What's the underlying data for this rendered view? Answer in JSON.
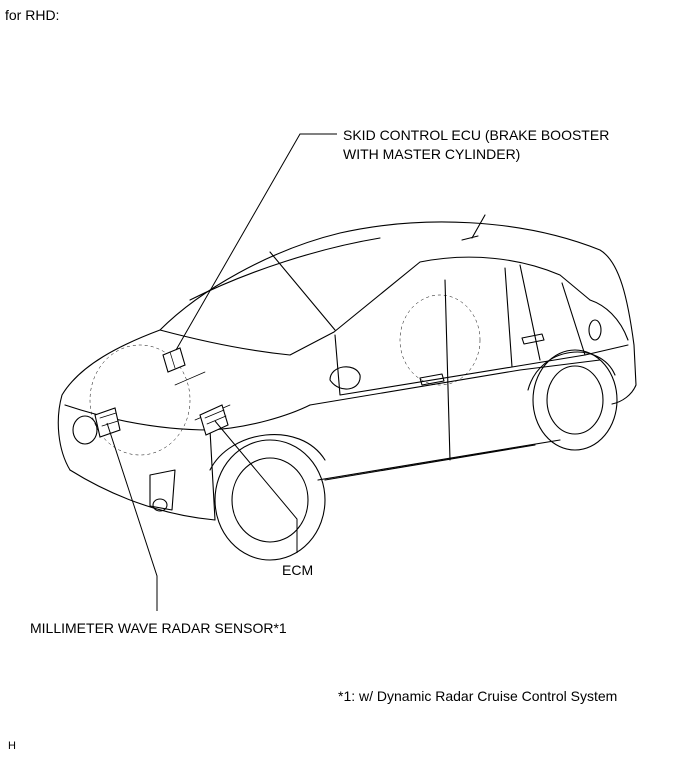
{
  "header": {
    "variant_label": "for RHD:"
  },
  "callouts": {
    "skid_control_ecu": {
      "line1": "SKID CONTROL ECU (BRAKE BOOSTER",
      "line2": "WITH MASTER CYLINDER)"
    },
    "ecm": {
      "label": "ECM"
    },
    "radar_sensor": {
      "label": "MILLIMETER WAVE RADAR SENSOR*1"
    }
  },
  "footnote": {
    "text": "*1: w/ Dynamic Radar Cruise Control System"
  },
  "figure_code": {
    "text": "H"
  }
}
